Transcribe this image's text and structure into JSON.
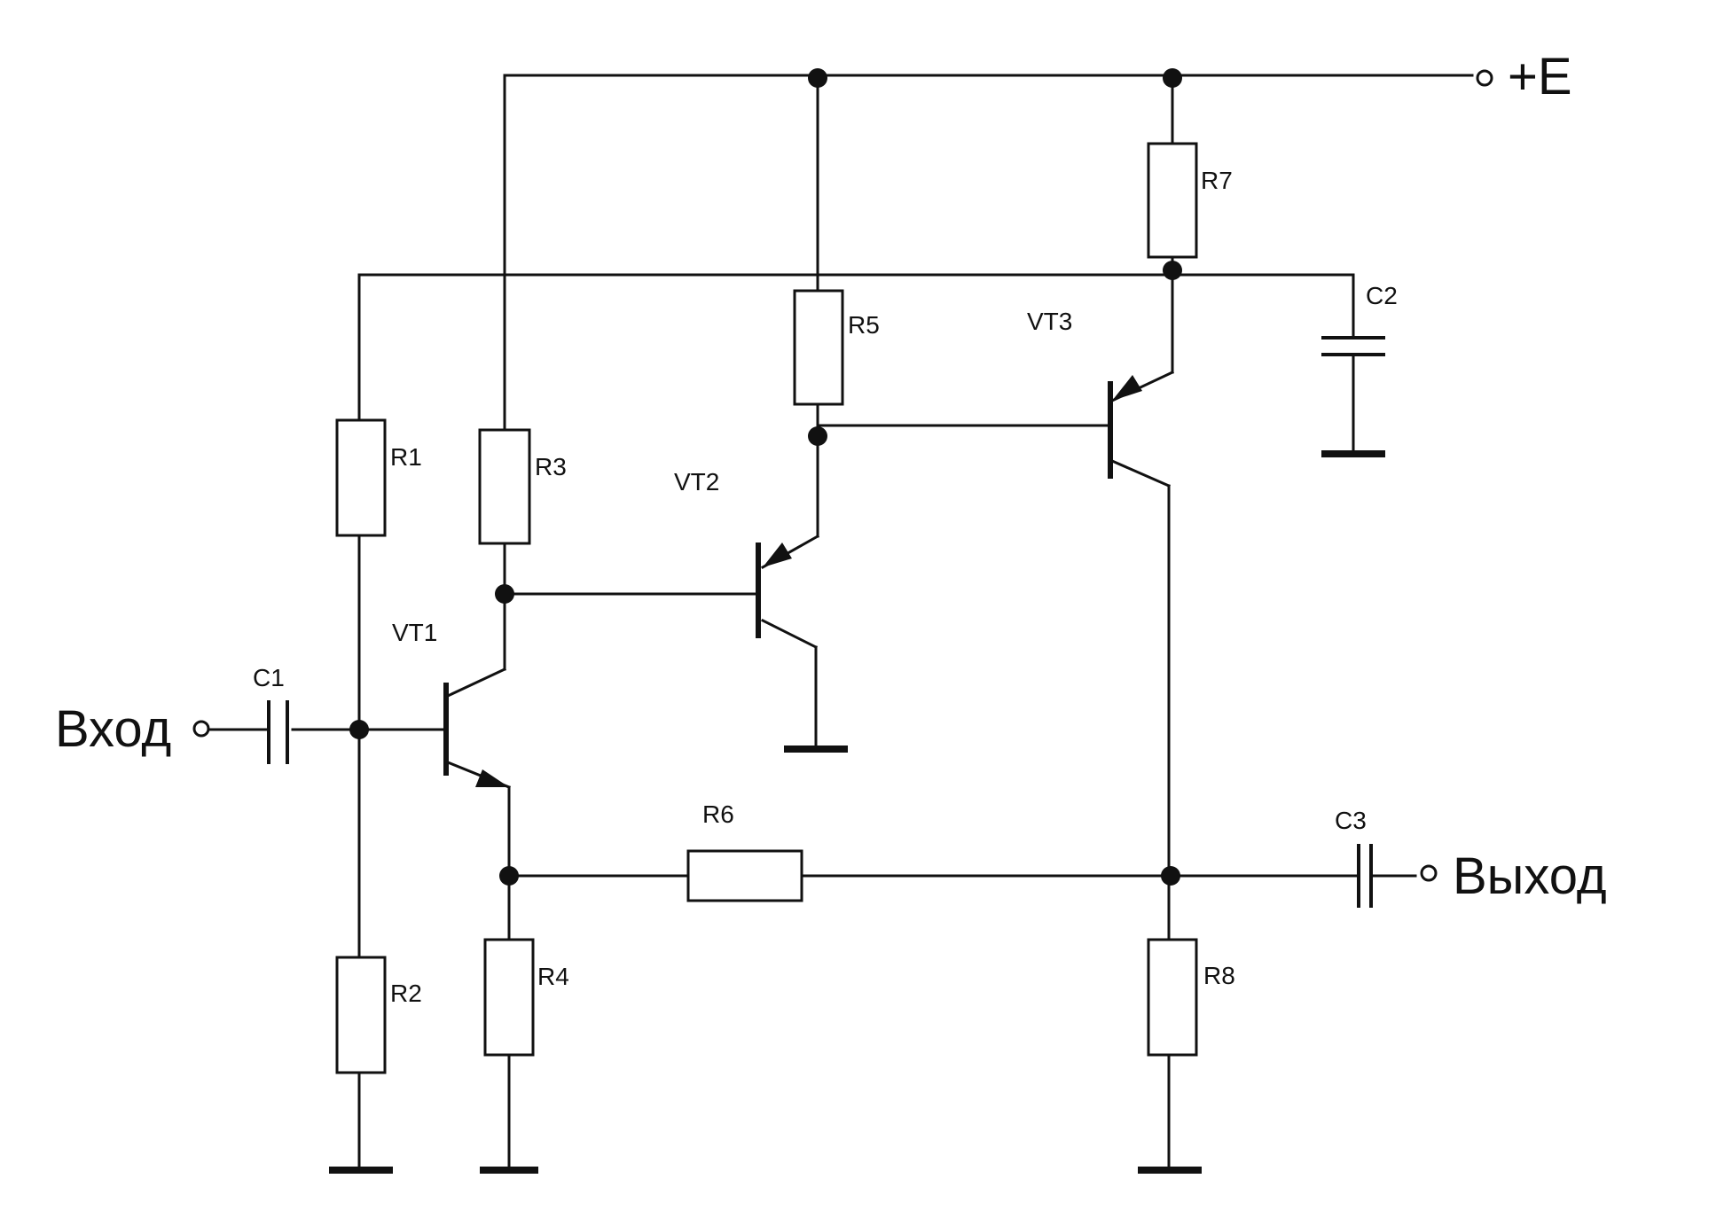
{
  "labels": {
    "input": "Вход",
    "output": "Выход",
    "supply": "+E",
    "R1": "R1",
    "R2": "R2",
    "R3": "R3",
    "R4": "R4",
    "R5": "R5",
    "R6": "R6",
    "R7": "R7",
    "R8": "R8",
    "C1": "C1",
    "C2": "C2",
    "C3": "C3",
    "VT1": "VT1",
    "VT2": "VT2",
    "VT3": "VT3"
  },
  "colors": {
    "ink": "#111111",
    "background": "#ffffff"
  }
}
